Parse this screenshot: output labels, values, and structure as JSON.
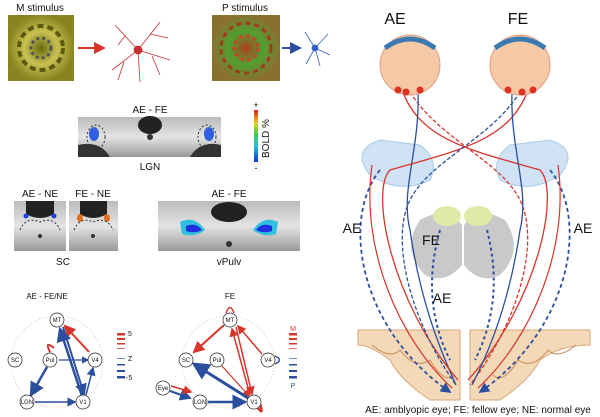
{
  "stimuli": {
    "m_label": "M stimulus",
    "p_label": "P stimulus"
  },
  "lgn_panel": {
    "title": "AE - FE",
    "region": "LGN"
  },
  "colorbar": {
    "plus": "+",
    "minus": "-",
    "label": "BOLD %"
  },
  "sc_panel": {
    "left_title": "AE - NE",
    "right_title": "FE - NE",
    "region": "SC"
  },
  "pulv_panel": {
    "title": "AE - FE",
    "region": "vPulv"
  },
  "network_left": {
    "title": "AE - FE/NE",
    "nodes": [
      "MT",
      "SC",
      "Pul",
      "V4",
      "LGN",
      "V1"
    ],
    "legend": {
      "top": "5",
      "mid": "Z",
      "bottom": "-5"
    }
  },
  "network_right": {
    "title": "FE",
    "nodes": [
      "MT",
      "SC",
      "Pul",
      "V4",
      "Eye",
      "LGN",
      "V1"
    ],
    "legend": {
      "top": "M",
      "bottom": "P"
    }
  },
  "pathway": {
    "left_eye": "AE",
    "right_eye": "FE",
    "side_left": "AE",
    "side_right": "AE",
    "center_top": "FE",
    "center_bottom": "AE",
    "caption": "AE: amblyopic eye; FE: fellow eye; NE: normal eye"
  },
  "colors": {
    "red": "#d8352a",
    "blue": "#2b4f9e",
    "olive": "#9a9a30",
    "tan": "#f3d9b8",
    "gray": "#c9c9c9"
  }
}
